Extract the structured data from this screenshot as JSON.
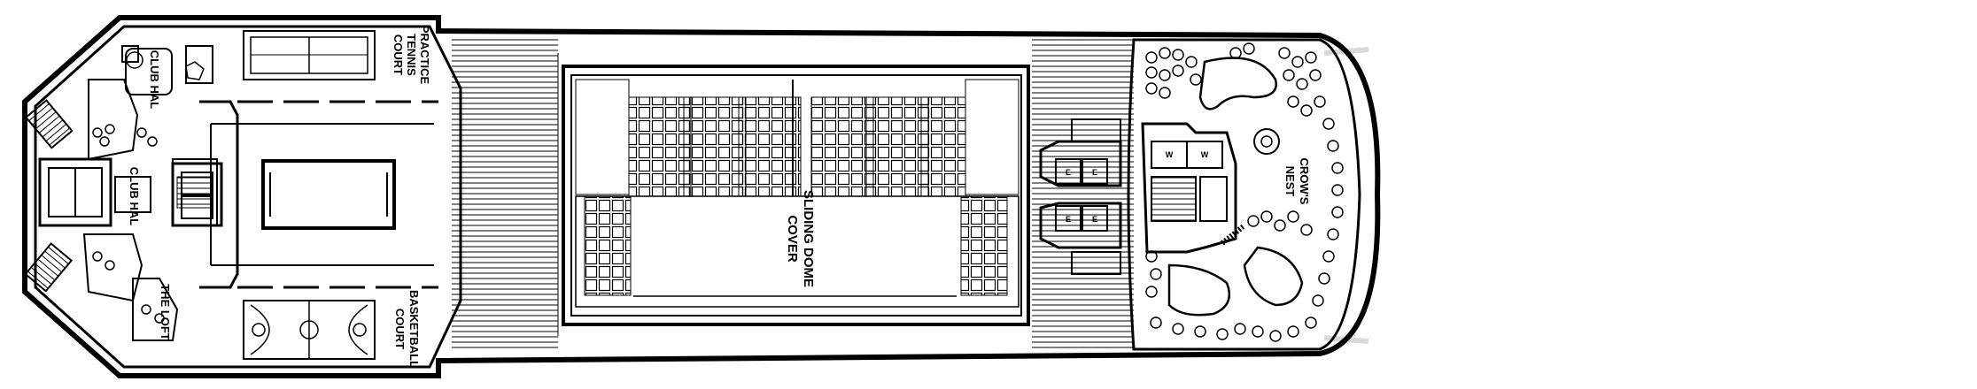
{
  "deck_plan": {
    "labels": {
      "practice_tennis_court": [
        "PRACTICE",
        "TENNIS",
        "COURT"
      ],
      "club_hal_upper": "CLUB HAL",
      "club_hal_lower": "CLUB HAL",
      "the_loft": "THE LOFT",
      "basketball_court": [
        "BASKETBALL",
        "COURT"
      ],
      "sliding_dome_cover": [
        "SLIDING DOME",
        "COVER"
      ],
      "crows_nest": [
        "CROW'S",
        "NEST"
      ]
    },
    "lift_marks": {
      "elevator": "E",
      "restroom": "W"
    },
    "colors": {
      "line": "#000000",
      "background": "#ffffff",
      "haze": "#d9d9d9"
    }
  }
}
